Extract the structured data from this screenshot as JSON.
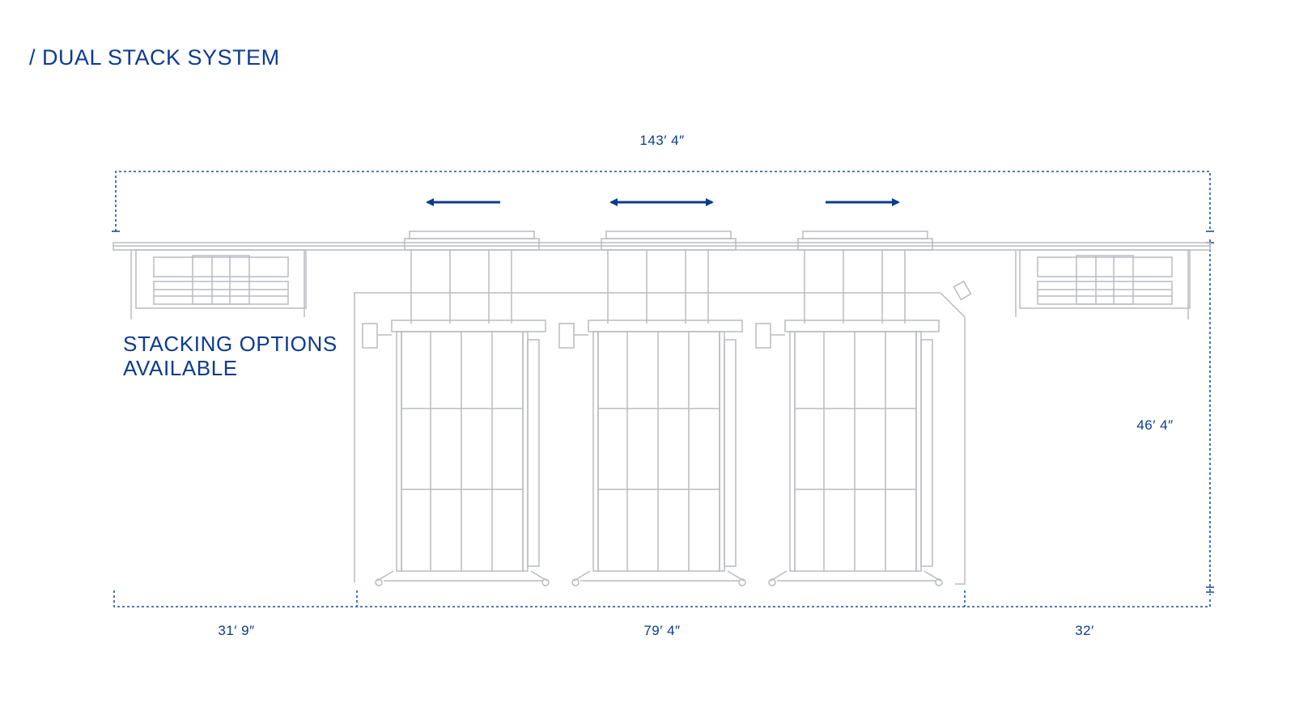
{
  "title": "/ DUAL STACK SYSTEM",
  "callout": {
    "line1": "STACKING OPTIONS",
    "line2": "AVAILABLE"
  },
  "dimensions": {
    "overall_width": "143′ 4″",
    "left_clearance": "31′ 9″",
    "center_width": "79′ 4″",
    "right_clearance": "32′",
    "height": "46′ 4″"
  },
  "colors": {
    "accent": "#0c3b8f",
    "dimension_line": "#1c4f9c",
    "drawing_line": "#b9bcc0"
  }
}
